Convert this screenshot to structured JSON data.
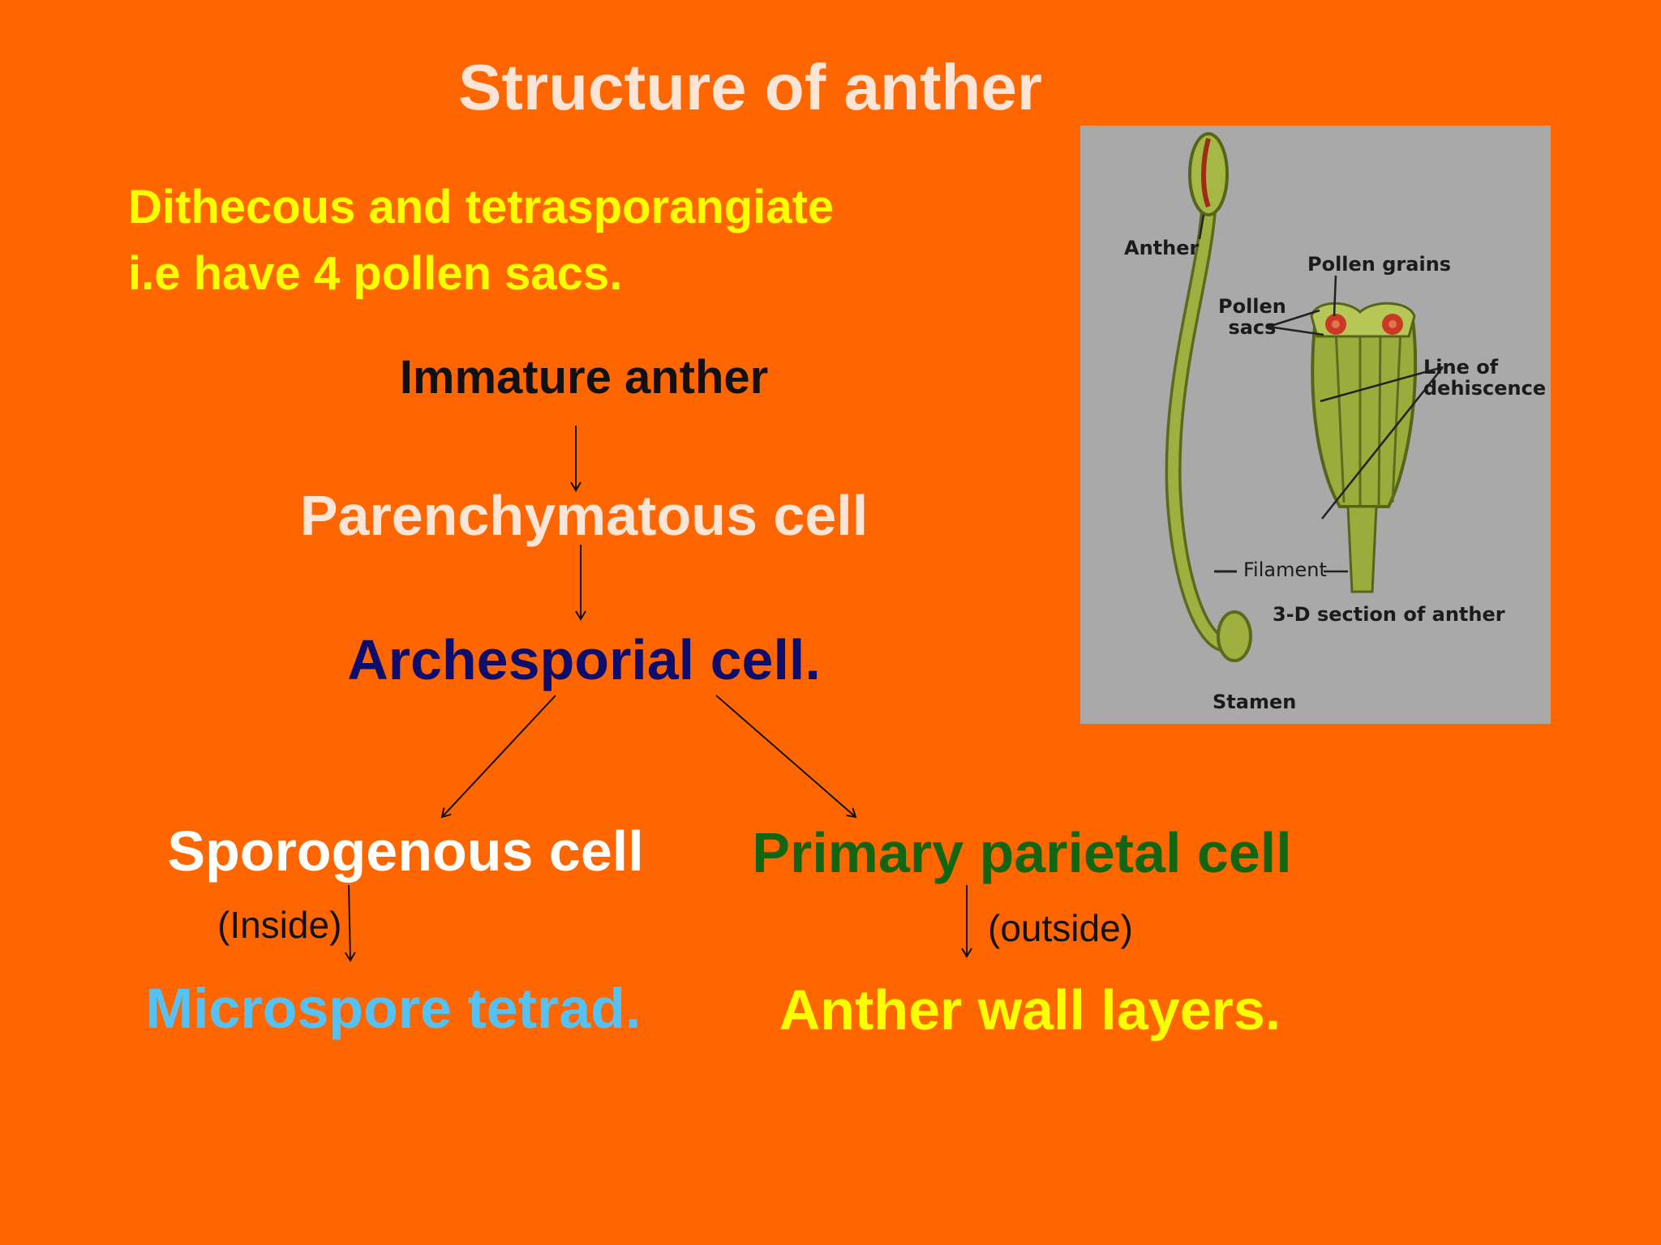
{
  "slide": {
    "title": "Structure of anther",
    "subtitle_line1": "Dithecous  and tetrasporangiate",
    "subtitle_line2": "i.e have 4 pollen sacs."
  },
  "flow": {
    "immature": "Immature anther",
    "parenchymatous": "Parenchymatous cell",
    "archesporial": "Archesporial cell.",
    "sporogenous": "Sporogenous cell",
    "primary_parietal": "Primary parietal cell",
    "inside_note": "(Inside)",
    "outside_note": "(outside)",
    "microspore": "Microspore tetrad.",
    "anther_wall": "Anther wall layers."
  },
  "figure": {
    "labels": {
      "anther": "Anther",
      "pollen_grains": "Pollen grains",
      "pollen_sacs": "Pollen\nsacs",
      "line_of_dehiscence": "Line of\ndehiscence",
      "filament": "Filament",
      "section": "3-D section of anther",
      "stamen": "Stamen"
    }
  },
  "colors": {
    "background": "#FF6600",
    "title": "#FCE4D6",
    "subtitle": "#FFFF00",
    "archesporial": "#0D0D6B",
    "primary_parietal": "#116611",
    "microspore": "#55C2F5",
    "anther_wall": "#FFFF00"
  }
}
